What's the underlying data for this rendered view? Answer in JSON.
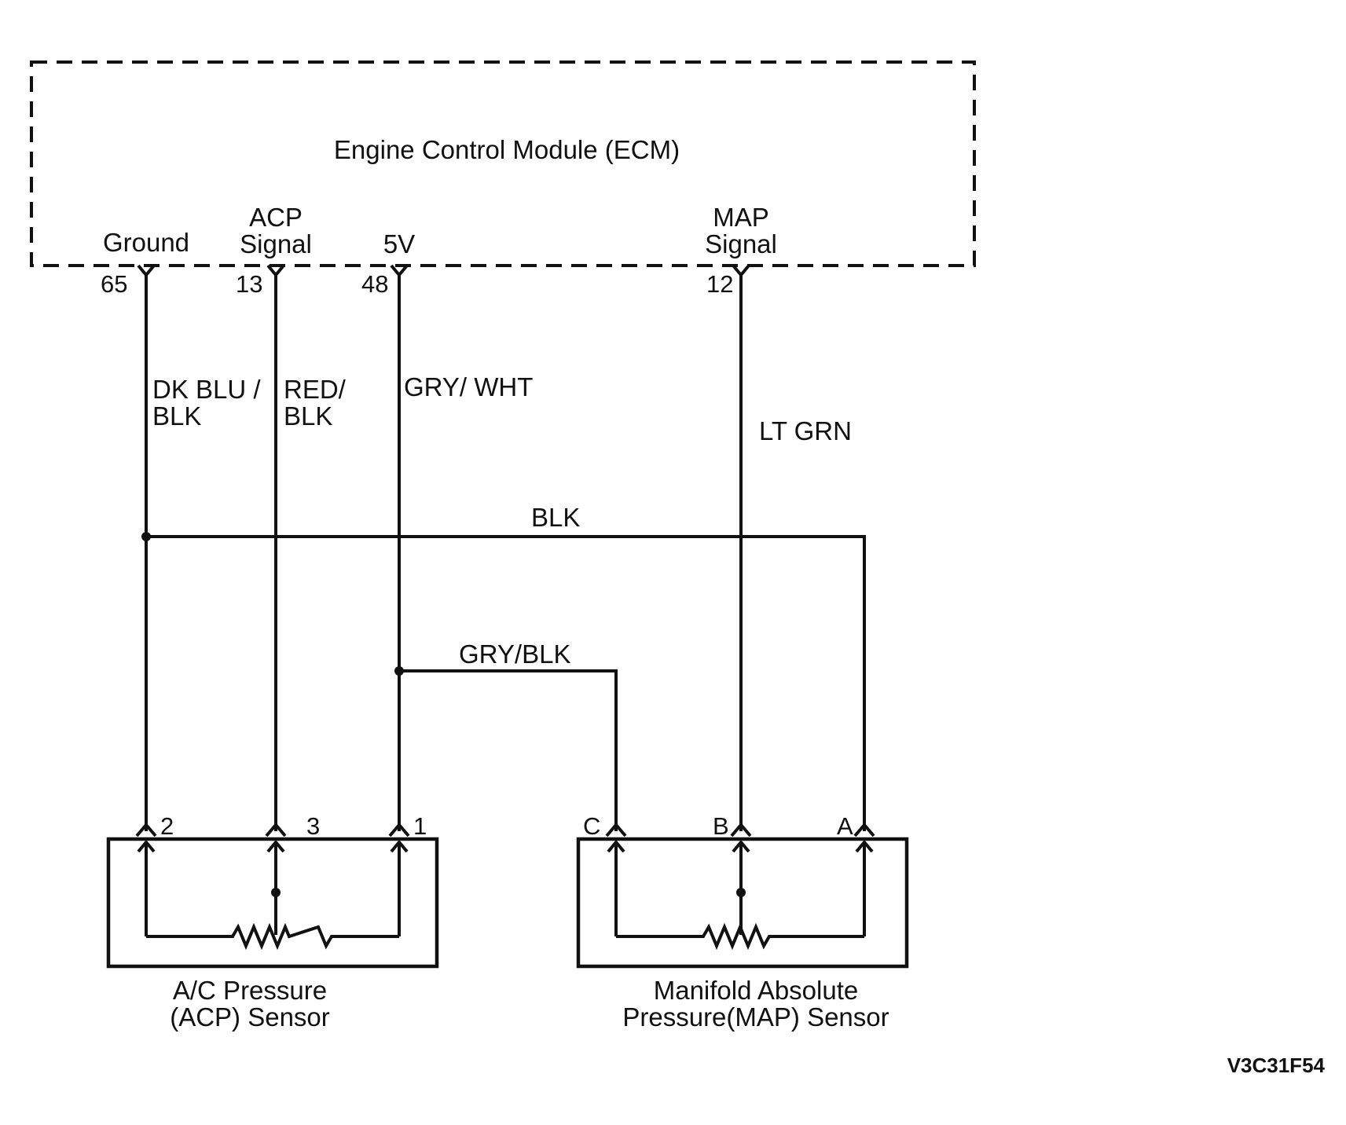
{
  "ecm": {
    "title": "Engine Control Module (ECM)",
    "terminals": [
      {
        "label": [
          "Ground"
        ],
        "pin": "65"
      },
      {
        "label": [
          "ACP",
          "Signal"
        ],
        "pin": "13"
      },
      {
        "label": [
          "5V"
        ],
        "pin": "48"
      },
      {
        "label": [
          "MAP",
          "Signal"
        ],
        "pin": "12"
      }
    ]
  },
  "wires": {
    "ground": [
      "DK BLU /",
      "BLK"
    ],
    "acp_signal": [
      "RED/",
      "BLK"
    ],
    "five_v": [
      "GRY/ WHT"
    ],
    "map_signal": [
      "LT GRN"
    ],
    "ground_bus": [
      "BLK"
    ],
    "five_v_branch": [
      "GRY/BLK"
    ]
  },
  "acp_sensor": {
    "name": [
      "A/C Pressure",
      "(ACP) Sensor"
    ],
    "pins": [
      "2",
      "3",
      "1"
    ]
  },
  "map_sensor": {
    "name": [
      "Manifold Absolute",
      "Pressure(MAP) Sensor"
    ],
    "pins": [
      "C",
      "B",
      "A"
    ]
  },
  "figure_id": "V3C31F54",
  "colors": {
    "ink": "#111111",
    "background": "#ffffff"
  }
}
